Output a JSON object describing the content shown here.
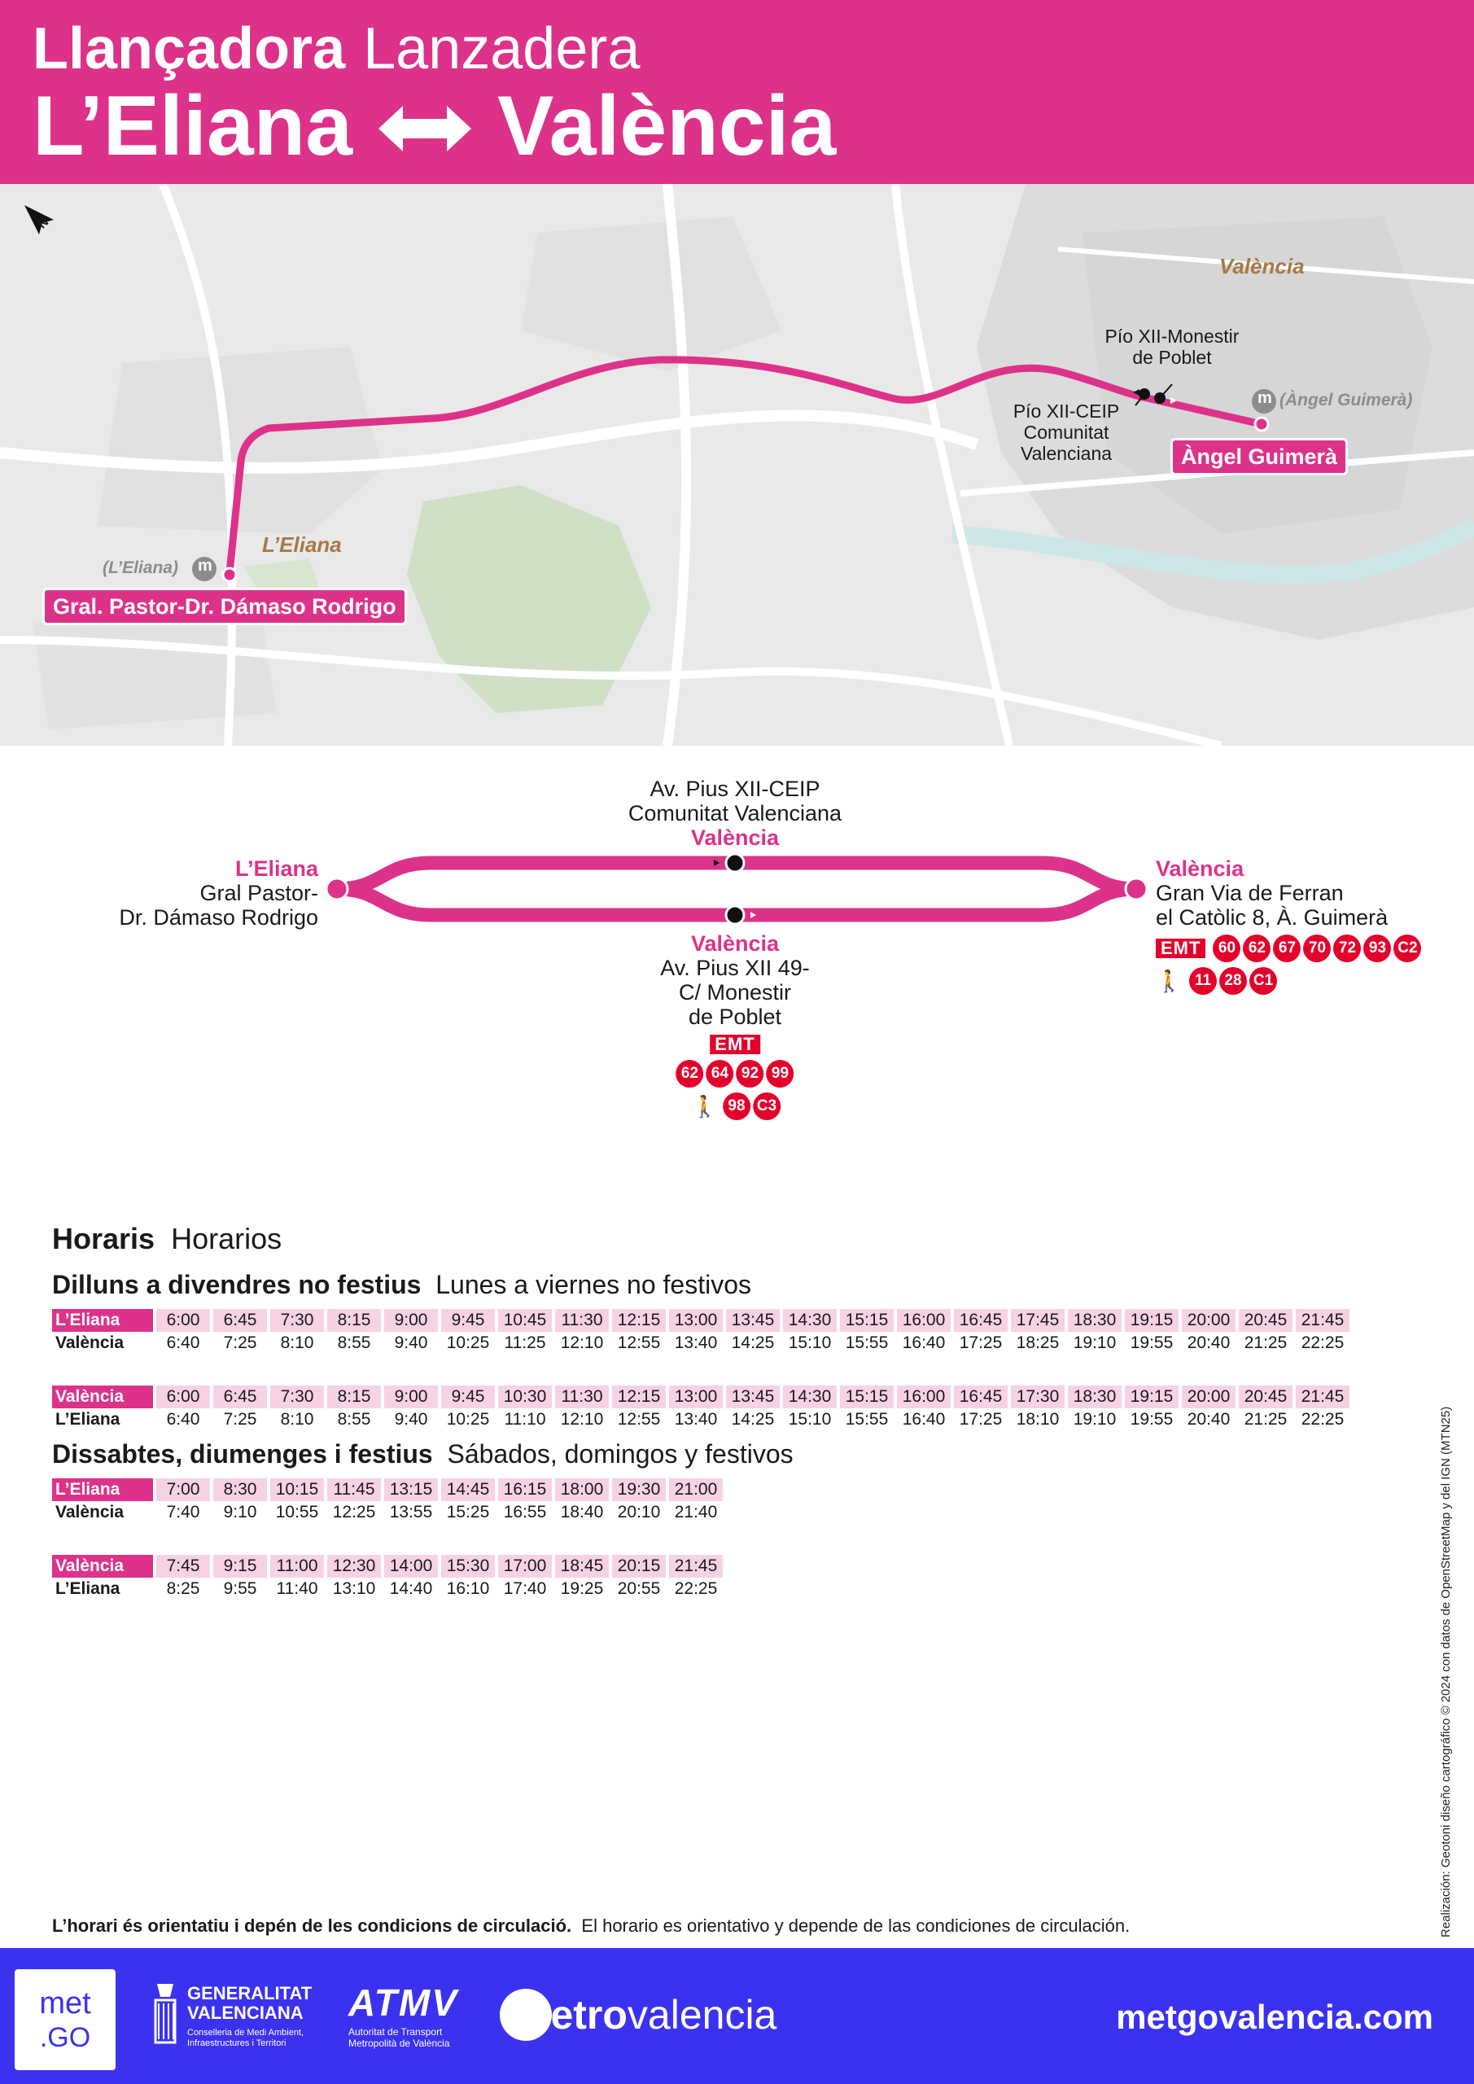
{
  "header": {
    "title_ca": "Llançadora",
    "title_es": "Lanzadera",
    "origin": "L’Eliana",
    "destination": "València"
  },
  "map": {
    "town_eliana": "L’Eliana",
    "town_valencia": "València",
    "metro_eliana": "(L’Eliana)",
    "metro_guimera": "(Àngel Guimerà)",
    "metro_symbol": "m",
    "stop_monestir": [
      "Pío XII-Monestir",
      "de Poblet"
    ],
    "stop_ceip": [
      "Pío XII-CEIP",
      "Comunitat",
      "Valenciana"
    ],
    "label_start": "Gral. Pastor-Dr. Dámaso Rodrigo",
    "label_end": "Àngel Guimerà",
    "north_letter": "N"
  },
  "schema": {
    "left_town": "L’Eliana",
    "left_stop": [
      "Gral Pastor-",
      "Dr. Dámaso Rodrigo"
    ],
    "top_stop": [
      "Av. Pius XII-CEIP",
      "Comunitat Valenciana"
    ],
    "top_town": "València",
    "bottom_town": "València",
    "bottom_stop": [
      "Av. Pius XII 49-",
      "C/ Monestir",
      "de Poblet"
    ],
    "right_town": "València",
    "right_stop": [
      "Gran Via de Ferran",
      "el Catòlic 8, À. Guimerà"
    ],
    "emt_label": "EMT",
    "right_lines": [
      "60",
      "62",
      "67",
      "70",
      "72",
      "93",
      "C2"
    ],
    "right_walk_lines": [
      "11",
      "28",
      "C1"
    ],
    "bottom_lines": [
      "62",
      "64",
      "92",
      "99"
    ],
    "bottom_walk_lines": [
      "98",
      "C3"
    ],
    "walk_symbol": "🚶"
  },
  "timetable": {
    "title_ca": "Horaris",
    "title_es": "Horarios",
    "weekday": {
      "label_ca": "Dilluns a divendres no festius",
      "label_es": "Lunes a viernes no festivos",
      "tables": [
        {
          "from": "L’Eliana",
          "to": "València",
          "departures": [
            "6:00",
            "6:45",
            "7:30",
            "8:15",
            "9:00",
            "9:45",
            "10:45",
            "11:30",
            "12:15",
            "13:00",
            "13:45",
            "14:30",
            "15:15",
            "16:00",
            "16:45",
            "17:45",
            "18:30",
            "19:15",
            "20:00",
            "20:45",
            "21:45"
          ],
          "arrivals": [
            "6:40",
            "7:25",
            "8:10",
            "8:55",
            "9:40",
            "10:25",
            "11:25",
            "12:10",
            "12:55",
            "13:40",
            "14:25",
            "15:10",
            "15:55",
            "16:40",
            "17:25",
            "18:25",
            "19:10",
            "19:55",
            "20:40",
            "21:25",
            "22:25"
          ]
        },
        {
          "from": "València",
          "to": "L’Eliana",
          "departures": [
            "6:00",
            "6:45",
            "7:30",
            "8:15",
            "9:00",
            "9:45",
            "10:30",
            "11:30",
            "12:15",
            "13:00",
            "13:45",
            "14:30",
            "15:15",
            "16:00",
            "16:45",
            "17:30",
            "18:30",
            "19:15",
            "20:00",
            "20:45",
            "21:45"
          ],
          "arrivals": [
            "6:40",
            "7:25",
            "8:10",
            "8:55",
            "9:40",
            "10:25",
            "11:10",
            "12:10",
            "12:55",
            "13:40",
            "14:25",
            "15:10",
            "15:55",
            "16:40",
            "17:25",
            "18:10",
            "19:10",
            "19:55",
            "20:40",
            "21:25",
            "22:25"
          ]
        }
      ]
    },
    "weekend": {
      "label_ca": "Dissabtes, diumenges i festius",
      "label_es": "Sábados, domingos y festivos",
      "tables": [
        {
          "from": "L’Eliana",
          "to": "València",
          "departures": [
            "7:00",
            "8:30",
            "10:15",
            "11:45",
            "13:15",
            "14:45",
            "16:15",
            "18:00",
            "19:30",
            "21:00"
          ],
          "arrivals": [
            "7:40",
            "9:10",
            "10:55",
            "12:25",
            "13:55",
            "15:25",
            "16:55",
            "18:40",
            "20:10",
            "21:40"
          ]
        },
        {
          "from": "València",
          "to": "L’Eliana",
          "departures": [
            "7:45",
            "9:15",
            "11:00",
            "12:30",
            "14:00",
            "15:30",
            "17:00",
            "18:45",
            "20:15",
            "21:45"
          ],
          "arrivals": [
            "8:25",
            "9:55",
            "11:40",
            "13:10",
            "14:40",
            "16:10",
            "17:40",
            "19:25",
            "20:55",
            "22:25"
          ]
        }
      ]
    }
  },
  "note": {
    "ca": "L’horari és orientatiu i depén de les condicions de circulació.",
    "es": "El horario es orientativo y depende de las condiciones de circulación."
  },
  "credit": "Realización: Geotoni diseño cartográfico © 2024 con datos de OpenStreetMap y del IGN (MTN25)",
  "footer": {
    "metgo_top": "met",
    "metgo_bottom": ".GO",
    "gva_name": [
      "GENERALITAT",
      "VALENCIANA"
    ],
    "gva_dept": [
      "Conselleria de Medi Ambient,",
      "Infraestructures i Territori"
    ],
    "atmv": "ATMV",
    "atmv_sub": [
      "Autoritat de Transport",
      "Metropolità de València"
    ],
    "metro_bold": "metro",
    "metro_light": "valencia",
    "url": "metgovalencia.com"
  },
  "colors": {
    "brand_pink": "#dd3289",
    "footer_blue": "#3b32f0",
    "emt_red": "#e4002b",
    "row_tint": "#f7d2e3"
  }
}
